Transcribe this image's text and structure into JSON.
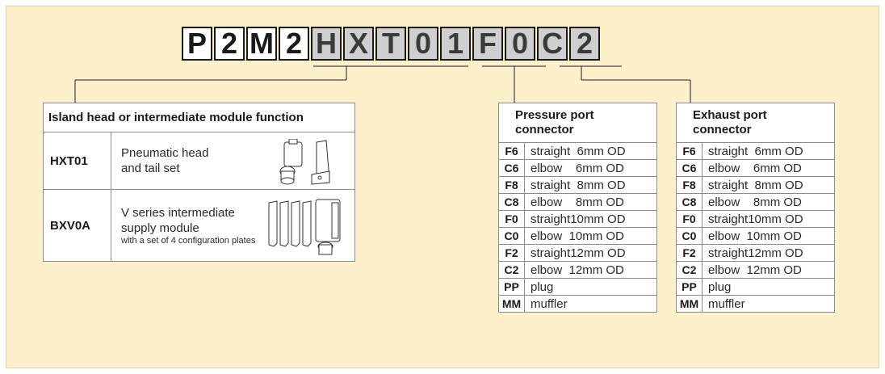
{
  "code": {
    "characters": [
      {
        "char": "P",
        "style": "white"
      },
      {
        "char": "2",
        "style": "white"
      },
      {
        "char": "M",
        "style": "white"
      },
      {
        "char": "2",
        "style": "white"
      },
      {
        "char": "H",
        "style": "grey"
      },
      {
        "char": "X",
        "style": "grey"
      },
      {
        "char": "T",
        "style": "grey"
      },
      {
        "char": "0",
        "style": "grey"
      },
      {
        "char": "1",
        "style": "grey"
      },
      {
        "char": "F",
        "style": "grey"
      },
      {
        "char": "0",
        "style": "grey"
      },
      {
        "char": "C",
        "style": "grey"
      },
      {
        "char": "2",
        "style": "grey"
      }
    ]
  },
  "module_table": {
    "header": "Island head or intermediate module function",
    "rows": [
      {
        "code": "HXT01",
        "line1": "Pneumatic head",
        "line2": "and tail set",
        "note": ""
      },
      {
        "code": "BXV0A",
        "line1": "V series intermediate",
        "line2": "supply module",
        "note": "with a set of 4 configuration plates"
      }
    ]
  },
  "pressure_table": {
    "header_line1": "Pressure port",
    "header_line2": "connector",
    "rows": [
      {
        "code": "F6",
        "desc": "straight  6mm OD"
      },
      {
        "code": "C6",
        "desc": "elbow    6mm OD"
      },
      {
        "code": "F8",
        "desc": "straight  8mm OD"
      },
      {
        "code": "C8",
        "desc": "elbow    8mm OD"
      },
      {
        "code": "F0",
        "desc": "straight10mm OD"
      },
      {
        "code": "C0",
        "desc": "elbow  10mm OD"
      },
      {
        "code": "F2",
        "desc": "straight12mm OD"
      },
      {
        "code": "C2",
        "desc": "elbow  12mm OD"
      },
      {
        "code": "PP",
        "desc": "plug"
      },
      {
        "code": "MM",
        "desc": "muffler"
      }
    ]
  },
  "exhaust_table": {
    "header_line1": "Exhaust port",
    "header_line2": "connector",
    "rows": [
      {
        "code": "F6",
        "desc": "straight  6mm OD"
      },
      {
        "code": "C6",
        "desc": "elbow    6mm OD"
      },
      {
        "code": "F8",
        "desc": "straight  8mm OD"
      },
      {
        "code": "C8",
        "desc": "elbow    8mm OD"
      },
      {
        "code": "F0",
        "desc": "straight10mm OD"
      },
      {
        "code": "C0",
        "desc": "elbow  10mm OD"
      },
      {
        "code": "F2",
        "desc": "straight12mm OD"
      },
      {
        "code": "C2",
        "desc": "elbow  12mm OD"
      },
      {
        "code": "PP",
        "desc": "plug"
      },
      {
        "code": "MM",
        "desc": "muffler"
      }
    ]
  },
  "colors": {
    "panel_background": "#fdf1cc",
    "grey_box": "#cfcfcf"
  }
}
